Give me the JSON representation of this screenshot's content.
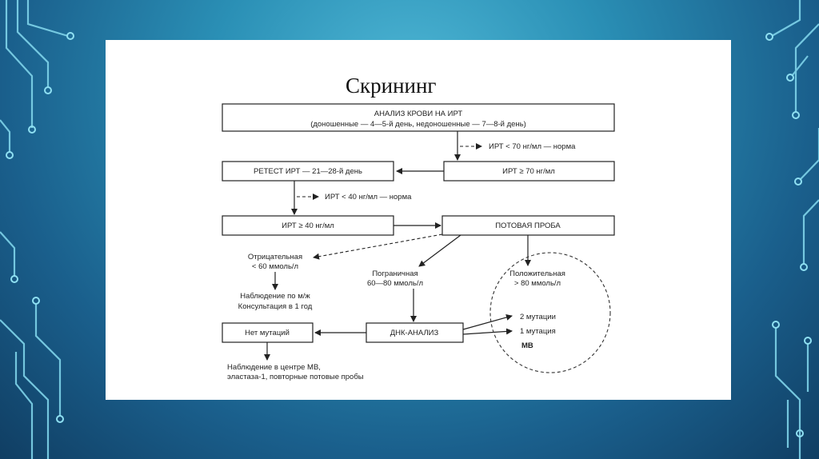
{
  "title": "Скрининг",
  "nodes": {
    "blood_test_line1": "АНАЛИЗ КРОВИ НА ИРТ",
    "blood_test_line2": "(доношенные — 4—5-й день, недоношенные — 7—8-й день)",
    "irt_norm_70": "ИРТ < 70 нг/мл — норма",
    "irt_ge_70": "ИРТ ≥ 70 нг/мл",
    "retest": "РЕТЕСТ ИРТ — 21—28-й день",
    "irt_norm_40": "ИРТ < 40 нг/мл — норма",
    "irt_ge_40": "ИРТ ≥ 40 нг/мл",
    "sweat_test": "ПОТОВАЯ ПРОБА",
    "negative_line1": "Отрицательная",
    "negative_line2": "< 60 ммоль/л",
    "borderline_line1": "Пограничная",
    "borderline_line2": "60—80 ммоль/л",
    "positive_line1": "Положительная",
    "positive_line2": "> 80 ммоль/л",
    "observation_line1": "Наблюдение по м/ж",
    "observation_line2": "Консультация в 1 год",
    "dna_analysis": "ДНК-АНАЛИЗ",
    "no_mutations": "Нет мутаций",
    "two_mutations": "2 мутации",
    "one_mutation": "1 мутация",
    "cf": "МВ",
    "center_line1": "Наблюдение в центре МВ,",
    "center_line2": "эластаза-1, повторные потовые пробы"
  }
}
